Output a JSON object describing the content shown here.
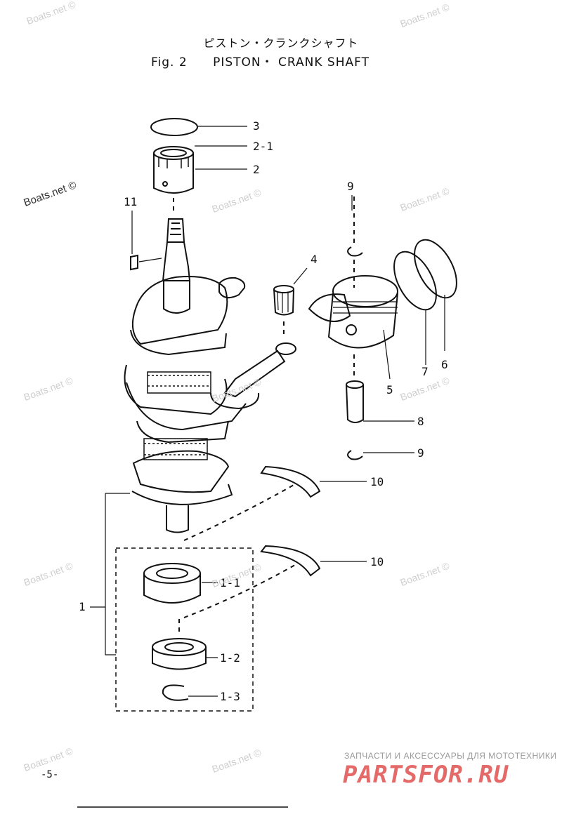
{
  "header": {
    "title_jp": "ピストン・クランクシャフト",
    "fig_label": "Fig. 2",
    "title_en": "PISTON・ CRANK SHAFT"
  },
  "callouts": {
    "c3": "3",
    "c2_1": "2-1",
    "c2": "2",
    "c11": "11",
    "c9a": "9",
    "c4": "4",
    "c7": "7",
    "c6": "6",
    "c5": "5",
    "c8": "8",
    "c9b": "9",
    "c10a": "10",
    "c10b": "10",
    "c1": "1",
    "c1_1": "1-1",
    "c1_2": "1-2",
    "c1_3": "1-3"
  },
  "watermark": "Boats.net ©",
  "footer": {
    "page": "-5-",
    "brand_caption": "ЗАПЧАСТИ И АКСЕССУАРЫ ДЛЯ МОТОТЕХНИКИ",
    "brand": "PARTSFOR.RU"
  },
  "colors": {
    "line": "#111111",
    "watermark": "#cfcfcf",
    "brand": "#e46a6a"
  }
}
